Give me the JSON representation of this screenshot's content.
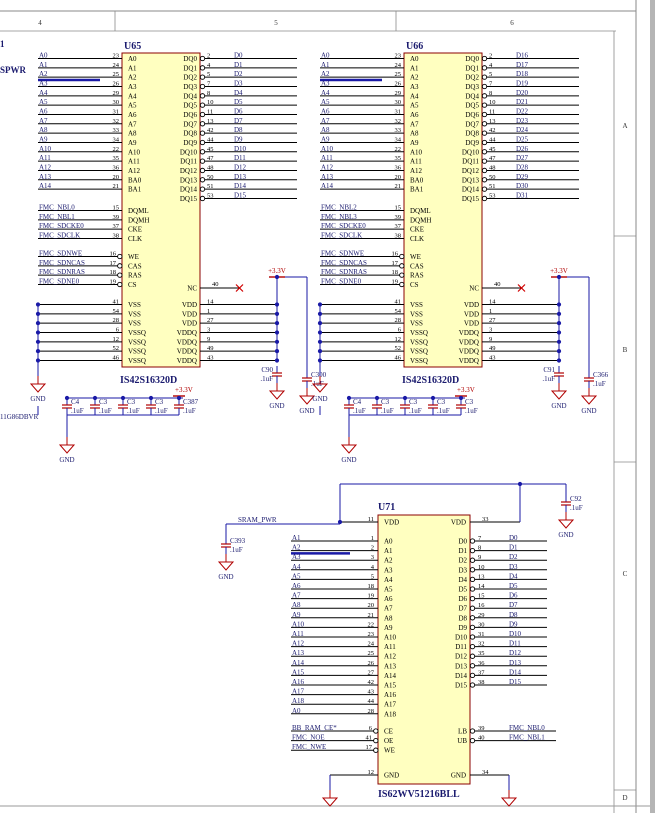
{
  "frame": {
    "column_numbers": [
      "4",
      "5",
      "6"
    ],
    "row_letters": [
      "A",
      "B",
      "C",
      "D"
    ]
  },
  "edge_fragments": [
    "1",
    "SPWR",
    "11G86DBVR"
  ],
  "sdram_chips": [
    {
      "ref": "U65",
      "part": "IS42S16320D",
      "left_pins": [
        {
          "name": "A0",
          "num": "23",
          "net": "A0"
        },
        {
          "name": "A1",
          "num": "24",
          "net": "A1"
        },
        {
          "name": "A2",
          "num": "25",
          "net": "A2"
        },
        {
          "name": "A3",
          "num": "26",
          "net": "A3"
        },
        {
          "name": "A4",
          "num": "29",
          "net": "A4"
        },
        {
          "name": "A5",
          "num": "30",
          "net": "A5"
        },
        {
          "name": "A6",
          "num": "31",
          "net": "A6"
        },
        {
          "name": "A7",
          "num": "32",
          "net": "A7"
        },
        {
          "name": "A8",
          "num": "33",
          "net": "A8"
        },
        {
          "name": "A9",
          "num": "34",
          "net": "A9"
        },
        {
          "name": "A10",
          "num": "22",
          "net": "A10"
        },
        {
          "name": "A11",
          "num": "35",
          "net": "A11"
        },
        {
          "name": "A12",
          "num": "36",
          "net": "A12"
        },
        {
          "name": "BA0",
          "num": "20",
          "net": "A13"
        },
        {
          "name": "BA1",
          "num": "21",
          "net": "A14"
        }
      ],
      "ctrl_pins": [
        {
          "name": "DQML",
          "num": "15",
          "net": "FMC_NBL0"
        },
        {
          "name": "DQMH",
          "num": "39",
          "net": "FMC_NBL1"
        },
        {
          "name": "CKE",
          "num": "37",
          "net": "FMC_SDCKE0"
        },
        {
          "name": "CLK",
          "num": "38",
          "net": "FMC_SDCLK"
        }
      ],
      "cmd_pins": [
        {
          "name": "WE",
          "num": "16",
          "net": "FMC_SDNWE"
        },
        {
          "name": "CAS",
          "num": "17",
          "net": "FMC_SDNCAS"
        },
        {
          "name": "RAS",
          "num": "18",
          "net": "FMC_SDNRAS"
        },
        {
          "name": "CS",
          "num": "19",
          "net": "FMC_SDNE0"
        }
      ],
      "right_pins": [
        {
          "name": "DQ0",
          "num": "2",
          "net": "D0"
        },
        {
          "name": "DQ1",
          "num": "4",
          "net": "D1"
        },
        {
          "name": "DQ2",
          "num": "5",
          "net": "D2"
        },
        {
          "name": "DQ3",
          "num": "7",
          "net": "D3"
        },
        {
          "name": "DQ4",
          "num": "8",
          "net": "D4"
        },
        {
          "name": "DQ5",
          "num": "10",
          "net": "D5"
        },
        {
          "name": "DQ6",
          "num": "11",
          "net": "D6"
        },
        {
          "name": "DQ7",
          "num": "13",
          "net": "D7"
        },
        {
          "name": "DQ8",
          "num": "42",
          "net": "D8"
        },
        {
          "name": "DQ9",
          "num": "44",
          "net": "D9"
        },
        {
          "name": "DQ10",
          "num": "45",
          "net": "D10"
        },
        {
          "name": "DQ11",
          "num": "47",
          "net": "D11"
        },
        {
          "name": "DQ12",
          "num": "48",
          "net": "D12"
        },
        {
          "name": "DQ13",
          "num": "50",
          "net": "D13"
        },
        {
          "name": "DQ14",
          "num": "51",
          "net": "D14"
        },
        {
          "name": "DQ15",
          "num": "53",
          "net": "D15"
        }
      ],
      "nc": {
        "name": "NC",
        "num": "40"
      },
      "power_left": [
        {
          "name": "VSS",
          "num": "41"
        },
        {
          "name": "VSS",
          "num": "54"
        },
        {
          "name": "VSS",
          "num": "28"
        },
        {
          "name": "VSSQ",
          "num": "6"
        },
        {
          "name": "VSSQ",
          "num": "12"
        },
        {
          "name": "VSSQ",
          "num": "52"
        },
        {
          "name": "VSSQ",
          "num": "46"
        }
      ],
      "power_right": [
        {
          "name": "VDD",
          "num": "14"
        },
        {
          "name": "VDD",
          "num": "1"
        },
        {
          "name": "VDD",
          "num": "27"
        },
        {
          "name": "VDDQ",
          "num": "3"
        },
        {
          "name": "VDDQ",
          "num": "9"
        },
        {
          "name": "VDDQ",
          "num": "49"
        },
        {
          "name": "VDDQ",
          "num": "43"
        }
      ],
      "vcc_label": "+3.3V",
      "right_caps": [
        {
          "ref": "C90",
          "val": ".1uF"
        },
        {
          "ref": "C300",
          "val": ".1uF"
        }
      ],
      "bottom_vcc": "+3.3V",
      "bottom_caps": [
        {
          "ref": "C4",
          "val": ".1uF"
        },
        {
          "ref": "C3",
          "val": ".1uF"
        },
        {
          "ref": "C3",
          "val": ".1uF"
        },
        {
          "ref": "C3",
          "val": ".1uF"
        },
        {
          "ref": "C387",
          "val": ".1uF"
        }
      ],
      "gnd": "GND"
    },
    {
      "ref": "U66",
      "part": "IS42S16320D",
      "left_pins": [
        {
          "name": "A0",
          "num": "23",
          "net": "A0"
        },
        {
          "name": "A1",
          "num": "24",
          "net": "A1"
        },
        {
          "name": "A2",
          "num": "25",
          "net": "A2"
        },
        {
          "name": "A3",
          "num": "26",
          "net": "A3"
        },
        {
          "name": "A4",
          "num": "29",
          "net": "A4"
        },
        {
          "name": "A5",
          "num": "30",
          "net": "A5"
        },
        {
          "name": "A6",
          "num": "31",
          "net": "A6"
        },
        {
          "name": "A7",
          "num": "32",
          "net": "A7"
        },
        {
          "name": "A8",
          "num": "33",
          "net": "A8"
        },
        {
          "name": "A9",
          "num": "34",
          "net": "A9"
        },
        {
          "name": "A10",
          "num": "22",
          "net": "A10"
        },
        {
          "name": "A11",
          "num": "35",
          "net": "A11"
        },
        {
          "name": "A12",
          "num": "36",
          "net": "A12"
        },
        {
          "name": "BA0",
          "num": "20",
          "net": "A13"
        },
        {
          "name": "BA1",
          "num": "21",
          "net": "A14"
        }
      ],
      "ctrl_pins": [
        {
          "name": "DQML",
          "num": "15",
          "net": "FMC_NBL2"
        },
        {
          "name": "DQMH",
          "num": "39",
          "net": "FMC_NBL3"
        },
        {
          "name": "CKE",
          "num": "37",
          "net": "FMC_SDCKE0"
        },
        {
          "name": "CLK",
          "num": "38",
          "net": "FMC_SDCLK"
        }
      ],
      "cmd_pins": [
        {
          "name": "WE",
          "num": "16",
          "net": "FMC_SDNWE"
        },
        {
          "name": "CAS",
          "num": "17",
          "net": "FMC_SDNCAS"
        },
        {
          "name": "RAS",
          "num": "18",
          "net": "FMC_SDNRAS"
        },
        {
          "name": "CS",
          "num": "19",
          "net": "FMC_SDNE0"
        }
      ],
      "right_pins": [
        {
          "name": "DQ0",
          "num": "2",
          "net": "D16"
        },
        {
          "name": "DQ1",
          "num": "4",
          "net": "D17"
        },
        {
          "name": "DQ2",
          "num": "5",
          "net": "D18"
        },
        {
          "name": "DQ3",
          "num": "7",
          "net": "D19"
        },
        {
          "name": "DQ4",
          "num": "8",
          "net": "D20"
        },
        {
          "name": "DQ5",
          "num": "10",
          "net": "D21"
        },
        {
          "name": "DQ6",
          "num": "11",
          "net": "D22"
        },
        {
          "name": "DQ7",
          "num": "13",
          "net": "D23"
        },
        {
          "name": "DQ8",
          "num": "42",
          "net": "D24"
        },
        {
          "name": "DQ9",
          "num": "44",
          "net": "D25"
        },
        {
          "name": "DQ10",
          "num": "45",
          "net": "D26"
        },
        {
          "name": "DQ11",
          "num": "47",
          "net": "D27"
        },
        {
          "name": "DQ12",
          "num": "48",
          "net": "D28"
        },
        {
          "name": "DQ13",
          "num": "50",
          "net": "D29"
        },
        {
          "name": "DQ14",
          "num": "51",
          "net": "D30"
        },
        {
          "name": "DQ15",
          "num": "53",
          "net": "D31"
        }
      ],
      "nc": {
        "name": "NC",
        "num": "40"
      },
      "power_left": [
        {
          "name": "VSS",
          "num": "41"
        },
        {
          "name": "VSS",
          "num": "54"
        },
        {
          "name": "VSS",
          "num": "28"
        },
        {
          "name": "VSSQ",
          "num": "6"
        },
        {
          "name": "VSSQ",
          "num": "12"
        },
        {
          "name": "VSSQ",
          "num": "52"
        },
        {
          "name": "VSSQ",
          "num": "46"
        }
      ],
      "power_right": [
        {
          "name": "VDD",
          "num": "14"
        },
        {
          "name": "VDD",
          "num": "1"
        },
        {
          "name": "VDD",
          "num": "27"
        },
        {
          "name": "VDDQ",
          "num": "3"
        },
        {
          "name": "VDDQ",
          "num": "9"
        },
        {
          "name": "VDDQ",
          "num": "49"
        },
        {
          "name": "VDDQ",
          "num": "43"
        }
      ],
      "vcc_label": "+3.3V",
      "right_caps": [
        {
          "ref": "C91",
          "val": ".1uF"
        },
        {
          "ref": "C366",
          "val": ".1uF"
        }
      ],
      "bottom_vcc": "+3.3V",
      "bottom_caps": [
        {
          "ref": "C4",
          "val": ".1uF"
        },
        {
          "ref": "C3",
          "val": ".1uF"
        },
        {
          "ref": "C3",
          "val": ".1uF"
        },
        {
          "ref": "C3",
          "val": ".1uF"
        },
        {
          "ref": "C3",
          "val": ".1uF"
        }
      ],
      "gnd": "GND"
    }
  ],
  "sram": {
    "ref": "U71",
    "part": "IS62WV51216BLL",
    "vdd": [
      {
        "name": "VDD",
        "num": "11"
      },
      {
        "name": "VDD",
        "num": "33"
      }
    ],
    "gnd": [
      {
        "name": "GND",
        "num": "12"
      },
      {
        "name": "GND",
        "num": "34"
      }
    ],
    "power_net": "SRAM_PWR",
    "cap_left": {
      "ref": "C393",
      "val": ".1uF"
    },
    "cap_right": {
      "ref": "C92",
      "val": ".1uF"
    },
    "gnd_label": "GND",
    "addr_pins": [
      {
        "name": "A0",
        "num": "1",
        "net": "A1"
      },
      {
        "name": "A1",
        "num": "2",
        "net": "A2"
      },
      {
        "name": "A2",
        "num": "3",
        "net": "A3"
      },
      {
        "name": "A3",
        "num": "4",
        "net": "A4"
      },
      {
        "name": "A4",
        "num": "5",
        "net": "A5"
      },
      {
        "name": "A5",
        "num": "18",
        "net": "A6"
      },
      {
        "name": "A6",
        "num": "19",
        "net": "A7"
      },
      {
        "name": "A7",
        "num": "20",
        "net": "A8"
      },
      {
        "name": "A8",
        "num": "21",
        "net": "A9"
      },
      {
        "name": "A9",
        "num": "22",
        "net": "A10"
      },
      {
        "name": "A10",
        "num": "23",
        "net": "A11"
      },
      {
        "name": "A11",
        "num": "24",
        "net": "A12"
      },
      {
        "name": "A12",
        "num": "25",
        "net": "A13"
      },
      {
        "name": "A13",
        "num": "26",
        "net": "A14"
      },
      {
        "name": "A14",
        "num": "27",
        "net": "A15"
      },
      {
        "name": "A15",
        "num": "42",
        "net": "A16"
      },
      {
        "name": "A16",
        "num": "43",
        "net": "A17"
      },
      {
        "name": "A17",
        "num": "44",
        "net": "A18"
      },
      {
        "name": "A18",
        "num": "28",
        "net": "A0"
      }
    ],
    "ctrl_pins": [
      {
        "name": "CE",
        "num": "6",
        "net": "BB_RAM_CE*"
      },
      {
        "name": "OE",
        "num": "41",
        "net": "FMC_NOE"
      },
      {
        "name": "WE",
        "num": "17",
        "net": "FMC_NWE"
      }
    ],
    "data_pins": [
      {
        "name": "D0",
        "num": "7",
        "net": "D0"
      },
      {
        "name": "D1",
        "num": "8",
        "net": "D1"
      },
      {
        "name": "D2",
        "num": "9",
        "net": "D2"
      },
      {
        "name": "D3",
        "num": "10",
        "net": "D3"
      },
      {
        "name": "D4",
        "num": "13",
        "net": "D4"
      },
      {
        "name": "D5",
        "num": "14",
        "net": "D5"
      },
      {
        "name": "D6",
        "num": "15",
        "net": "D6"
      },
      {
        "name": "D7",
        "num": "16",
        "net": "D7"
      },
      {
        "name": "D8",
        "num": "29",
        "net": "D8"
      },
      {
        "name": "D9",
        "num": "30",
        "net": "D9"
      },
      {
        "name": "D10",
        "num": "31",
        "net": "D10"
      },
      {
        "name": "D11",
        "num": "32",
        "net": "D11"
      },
      {
        "name": "D12",
        "num": "35",
        "net": "D12"
      },
      {
        "name": "D13",
        "num": "36",
        "net": "D13"
      },
      {
        "name": "D14",
        "num": "37",
        "net": "D14"
      },
      {
        "name": "D15",
        "num": "38",
        "net": "D15"
      }
    ],
    "byte_pins": [
      {
        "name": "LB",
        "num": "39",
        "net": "FMC_NBL0"
      },
      {
        "name": "UB",
        "num": "40",
        "net": "FMC_NBL1"
      }
    ]
  },
  "colors": {
    "wire": "#1a1aa6",
    "body": "#ffffc0",
    "outline": "#8b0000",
    "pin": "#000000",
    "text": "#1a1a6e",
    "power": "#b00000",
    "border": "#8a8a8a"
  }
}
